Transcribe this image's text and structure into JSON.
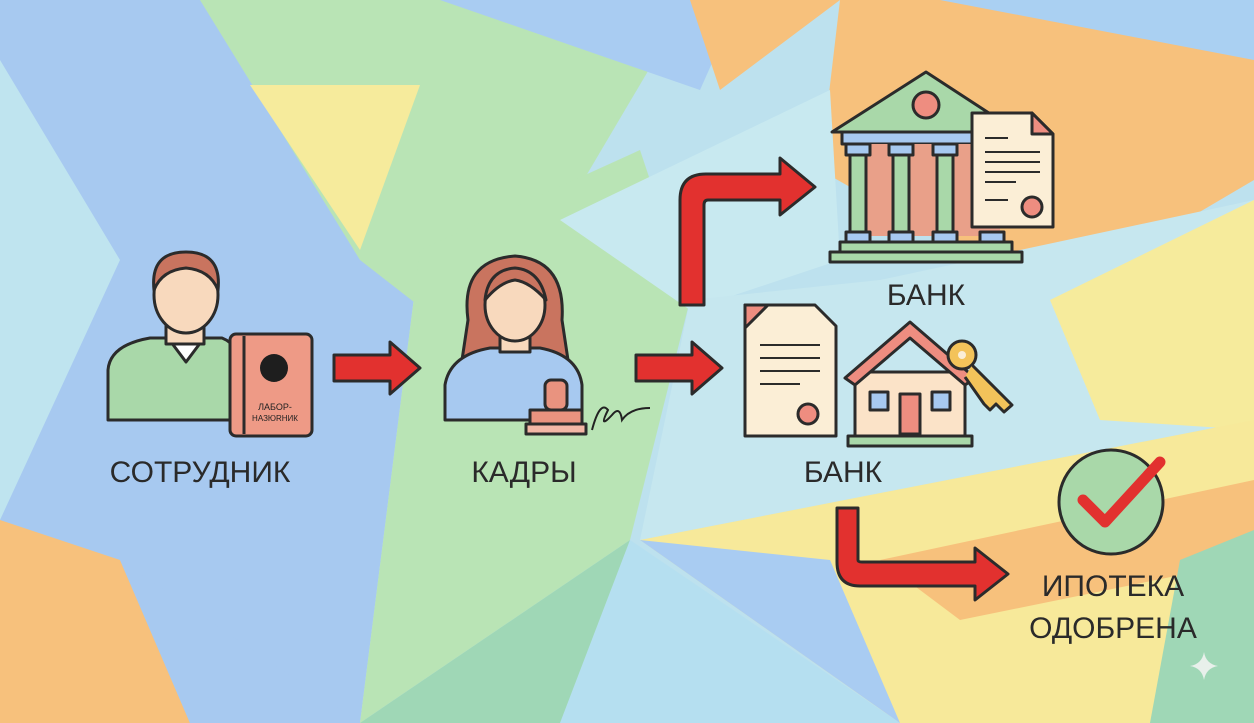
{
  "steps": {
    "employee": "СОТРУДНИК",
    "hr": "КАДРЫ",
    "bank_top": "БАНК",
    "bank_bottom": "БАНК",
    "result_line1": "ИПОТЕКА",
    "result_line2": "ОДОБРЕНА"
  },
  "passport": {
    "line1": "ЛАБОР-",
    "line2": "НАЗЮRНИК"
  },
  "colors": {
    "arrow": "#e2312f",
    "skin": "#f8d9bd",
    "hair": "#c9745f",
    "green": "#a9d8a9",
    "salmon": "#e9937f"
  }
}
